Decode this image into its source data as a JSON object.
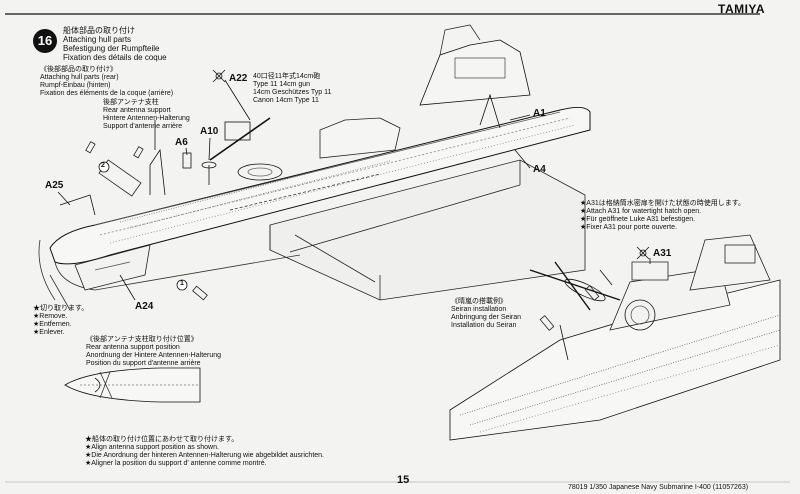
{
  "brand": "TAMIYA",
  "step": {
    "number": "16",
    "title_jp": "船体部品の取り付け",
    "title_en": "Attaching hull parts",
    "title_de": "Befestigung der Rumpfteile",
    "title_fr": "Fixation des détails de coque"
  },
  "rear_note": {
    "jp": "《後部部品の取り付け》",
    "en": "Attaching hull parts (rear)",
    "de": "Rumpf-Einbau (hinten)",
    "fr": "Fixation des éléments de la coque (arrière)"
  },
  "antenna_support": {
    "jp": "後部アンテナ支柱",
    "en": "Rear antenna support",
    "de": "Hintere Antennen-Halterung",
    "fr": "Support d'antenne arrière"
  },
  "gun_note": {
    "jp": "40口径11年式14cm砲",
    "en": "Type 11 14cm gun",
    "de": "14cm Geschützes Typ 11",
    "fr": "Canon 14cm Type 11"
  },
  "parts": {
    "a22": "A22",
    "a10": "A10",
    "a6": "A6",
    "a25": "A25",
    "a24": "A24",
    "a1": "A1",
    "a4": "A4",
    "a31": "A31",
    "c1": "1",
    "c2": "2"
  },
  "remove_note": {
    "jp": "★切り取ります。",
    "en": "★Remove.",
    "de": "★Entfernen.",
    "fr": "★Enlever."
  },
  "position_note": {
    "jp": "《後部アンテナ支柱取り付け位置》",
    "en": "Rear antenna support position",
    "de": "Anordnung der Hintere Antennen-Halterung",
    "fr": "Position du support d'antenne arrière"
  },
  "align_note": {
    "jp": "★船体の取り付け位置にあわせて取り付けます。",
    "en": "★Align antenna support position as shown.",
    "de": "★Die Anordnung der hinteren Antennen-Halterung wie abgebildet ausrichten.",
    "fr": "★Aligner la position du support d' antenne comme montré."
  },
  "a31_note": {
    "jp": "★A31は格納筒水密扉を開けた状態の時使用します。",
    "en": "★Attach A31 for watertight hatch open.",
    "de": "★Für geöffnete Luke A31 befestigen.",
    "fr": "★Fixer A31 pour porte ouverte."
  },
  "seiran_note": {
    "jp": "《晴嵐の搭載例》",
    "en": "Seiran installation",
    "de": "Anbringung der Seiran",
    "fr": "Installation du Seiran"
  },
  "footer": {
    "page": "15",
    "product": "78019  1/350 Japanese Navy Submarine I-400 (11057263)"
  }
}
